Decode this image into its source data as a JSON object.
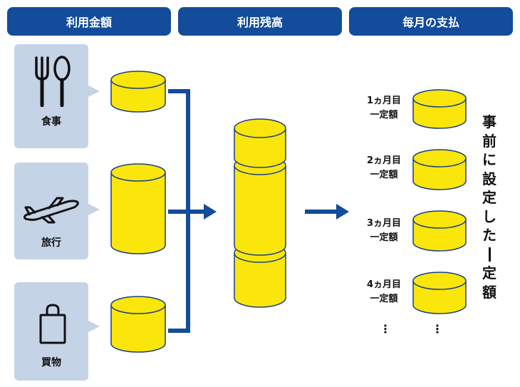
{
  "headers": [
    "利用金額",
    "利用残高",
    "毎月の支払"
  ],
  "usage_items": [
    {
      "label": "食事",
      "icon": "fork-spoon-icon"
    },
    {
      "label": "旅行",
      "icon": "airplane-icon"
    },
    {
      "label": "買物",
      "icon": "shopping-bag-icon"
    }
  ],
  "monthly_payments": [
    {
      "month": "1ヵ月目",
      "amount": "一定額"
    },
    {
      "month": "2ヵ月目",
      "amount": "一定額"
    },
    {
      "month": "3ヵ月目",
      "amount": "一定額"
    },
    {
      "month": "4ヵ月目",
      "amount": "一定額"
    }
  ],
  "side_text": [
    "事",
    "前",
    "に",
    "設",
    "定",
    "し",
    "た",
    "一",
    "定",
    "額"
  ],
  "ellipsis": "⋮",
  "colors": {
    "header_bg": "#134c9a",
    "card_bg": "#c5d3e6",
    "coin_fill": "#fae60b",
    "coin_stroke": "#1b3f85",
    "arrow": "#134c9a"
  }
}
